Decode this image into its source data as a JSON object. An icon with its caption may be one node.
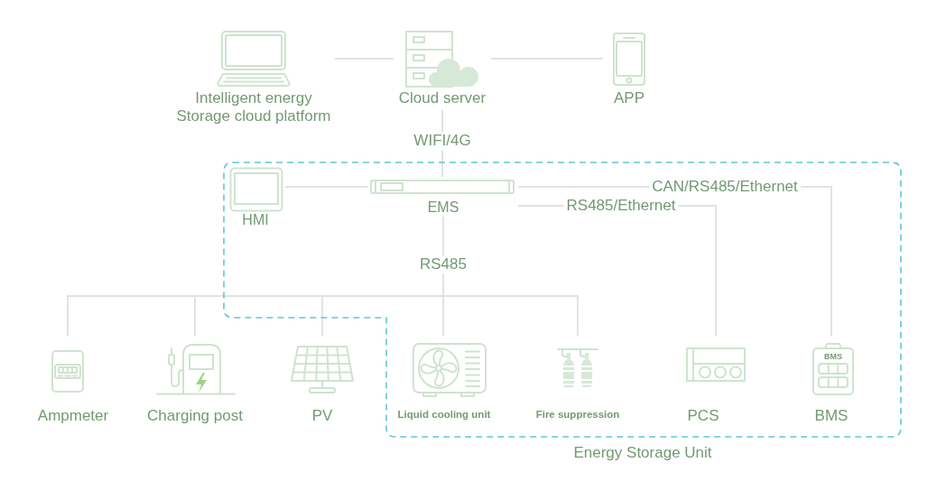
{
  "diagram": {
    "nodes": [
      {
        "text": [
          "Intelligent energy Storage cloud platform"
        ]
      },
      {
        "text": [
          "Cloud server"
        ]
      },
      {
        "text": [
          "APP"
        ]
      },
      {
        "text": [
          "Energy Storage Unit"
        ]
      },
      {
        "text": [
          "HMI"
        ],
        "in": 3
      },
      {
        "text": [
          "EMS"
        ],
        "in": 3
      },
      {
        "text": [
          "Ampmeter"
        ]
      },
      {
        "text": [
          "Charging post"
        ]
      },
      {
        "text": [
          "PV"
        ]
      },
      {
        "text": [
          "Liquid cooling unit"
        ],
        "in": 3
      },
      {
        "text": [
          "Fire suppression"
        ],
        "in": 3
      },
      {
        "text": [
          "PCS"
        ],
        "in": 3
      },
      {
        "text": [
          "BMS",
          "BMS"
        ],
        "in": 3
      }
    ],
    "edges": [
      {
        "from": 0,
        "to": 1,
        "arrow": "none"
      },
      {
        "from": 1,
        "to": 2,
        "arrow": "none"
      },
      {
        "from": 1,
        "to": 5,
        "arrow": "none",
        "label": "WIFI/4G"
      },
      {
        "from": 4,
        "to": 5,
        "arrow": "none"
      },
      {
        "from": 5,
        "to": 12,
        "arrow": "none",
        "label": "CAN/RS485/Ethernet"
      },
      {
        "from": 5,
        "to": 11,
        "arrow": "none",
        "label": "RS485/Ethernet"
      },
      {
        "from": 5,
        "to": 9,
        "arrow": "none",
        "label": "RS485"
      },
      {
        "from": 5,
        "to": 6,
        "arrow": "none"
      },
      {
        "from": 5,
        "to": 7,
        "arrow": "none"
      },
      {
        "from": 5,
        "to": 8,
        "arrow": "none"
      },
      {
        "from": 5,
        "to": 10,
        "arrow": "none"
      }
    ]
  }
}
